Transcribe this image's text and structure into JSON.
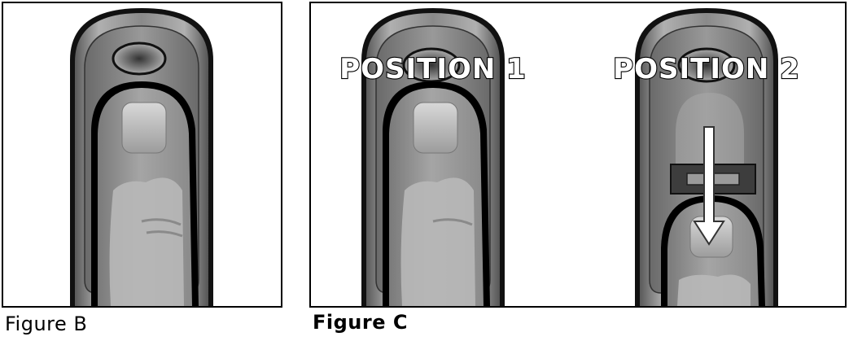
{
  "figures": {
    "b": {
      "caption": "Figure B"
    },
    "c": {
      "caption": "Figure C",
      "position1_label": "POSITION 1",
      "position2_label": "POSITION 2"
    }
  }
}
